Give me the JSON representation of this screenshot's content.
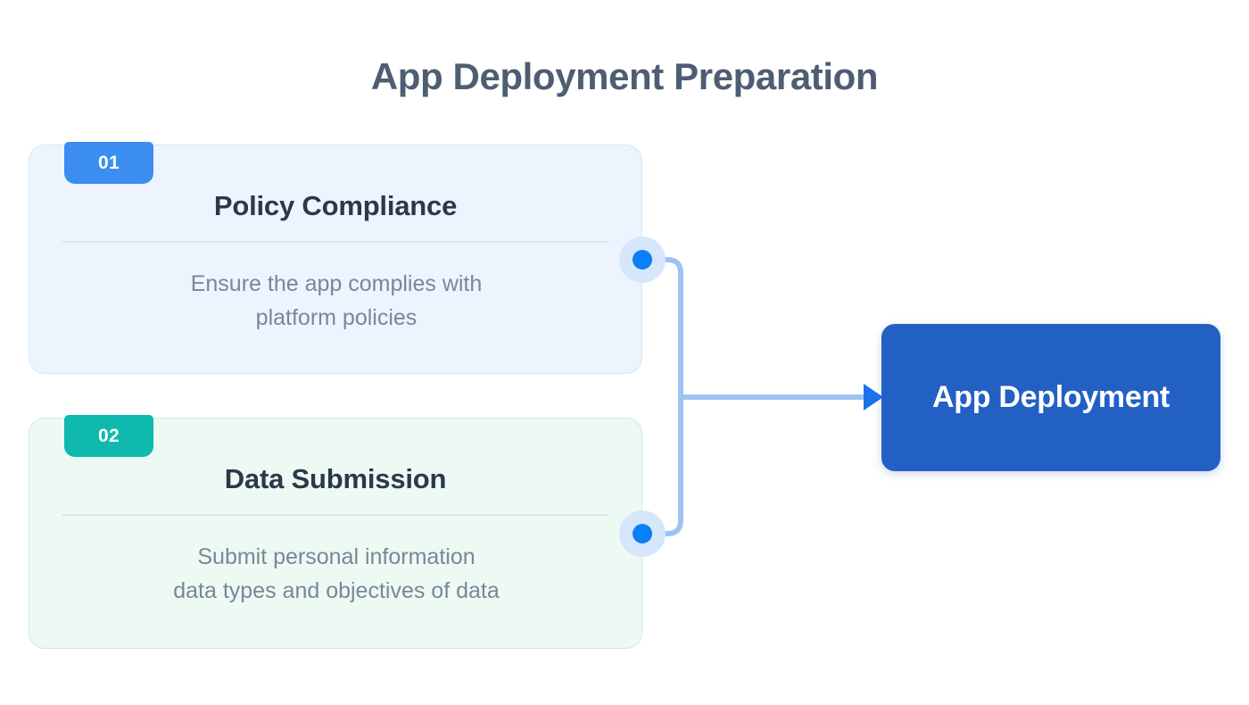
{
  "diagram": {
    "title": "App Deployment Preparation",
    "type": "flow-diagram",
    "steps": [
      {
        "number": "01",
        "title": "Policy Compliance",
        "body_line_1": "Ensure the app complies with",
        "body_line_2": "platform policies",
        "badge_color": "#3b8ef0",
        "card_background": "#eef4fd",
        "card_border": "#d4e7fa"
      },
      {
        "number": "02",
        "title": "Data Submission",
        "body_line_1": "Submit personal information",
        "body_line_2": "data types and objectives of data",
        "badge_color": "#0fb9ad",
        "card_background": "#edfaf3",
        "card_border": "#cfe9de"
      }
    ],
    "target": {
      "label": "App Deployment",
      "color": "#2260c4",
      "text_color": "#ffffff"
    },
    "connector": {
      "line_color": "#9dc3f5",
      "dot_color": "#0b7ff5",
      "halo_color": "#d6e7fb",
      "arrow_color": "#1a73e8"
    },
    "title_color": "#4e5d73",
    "card_title_color": "#2c3849",
    "card_body_color": "#7a8699"
  }
}
